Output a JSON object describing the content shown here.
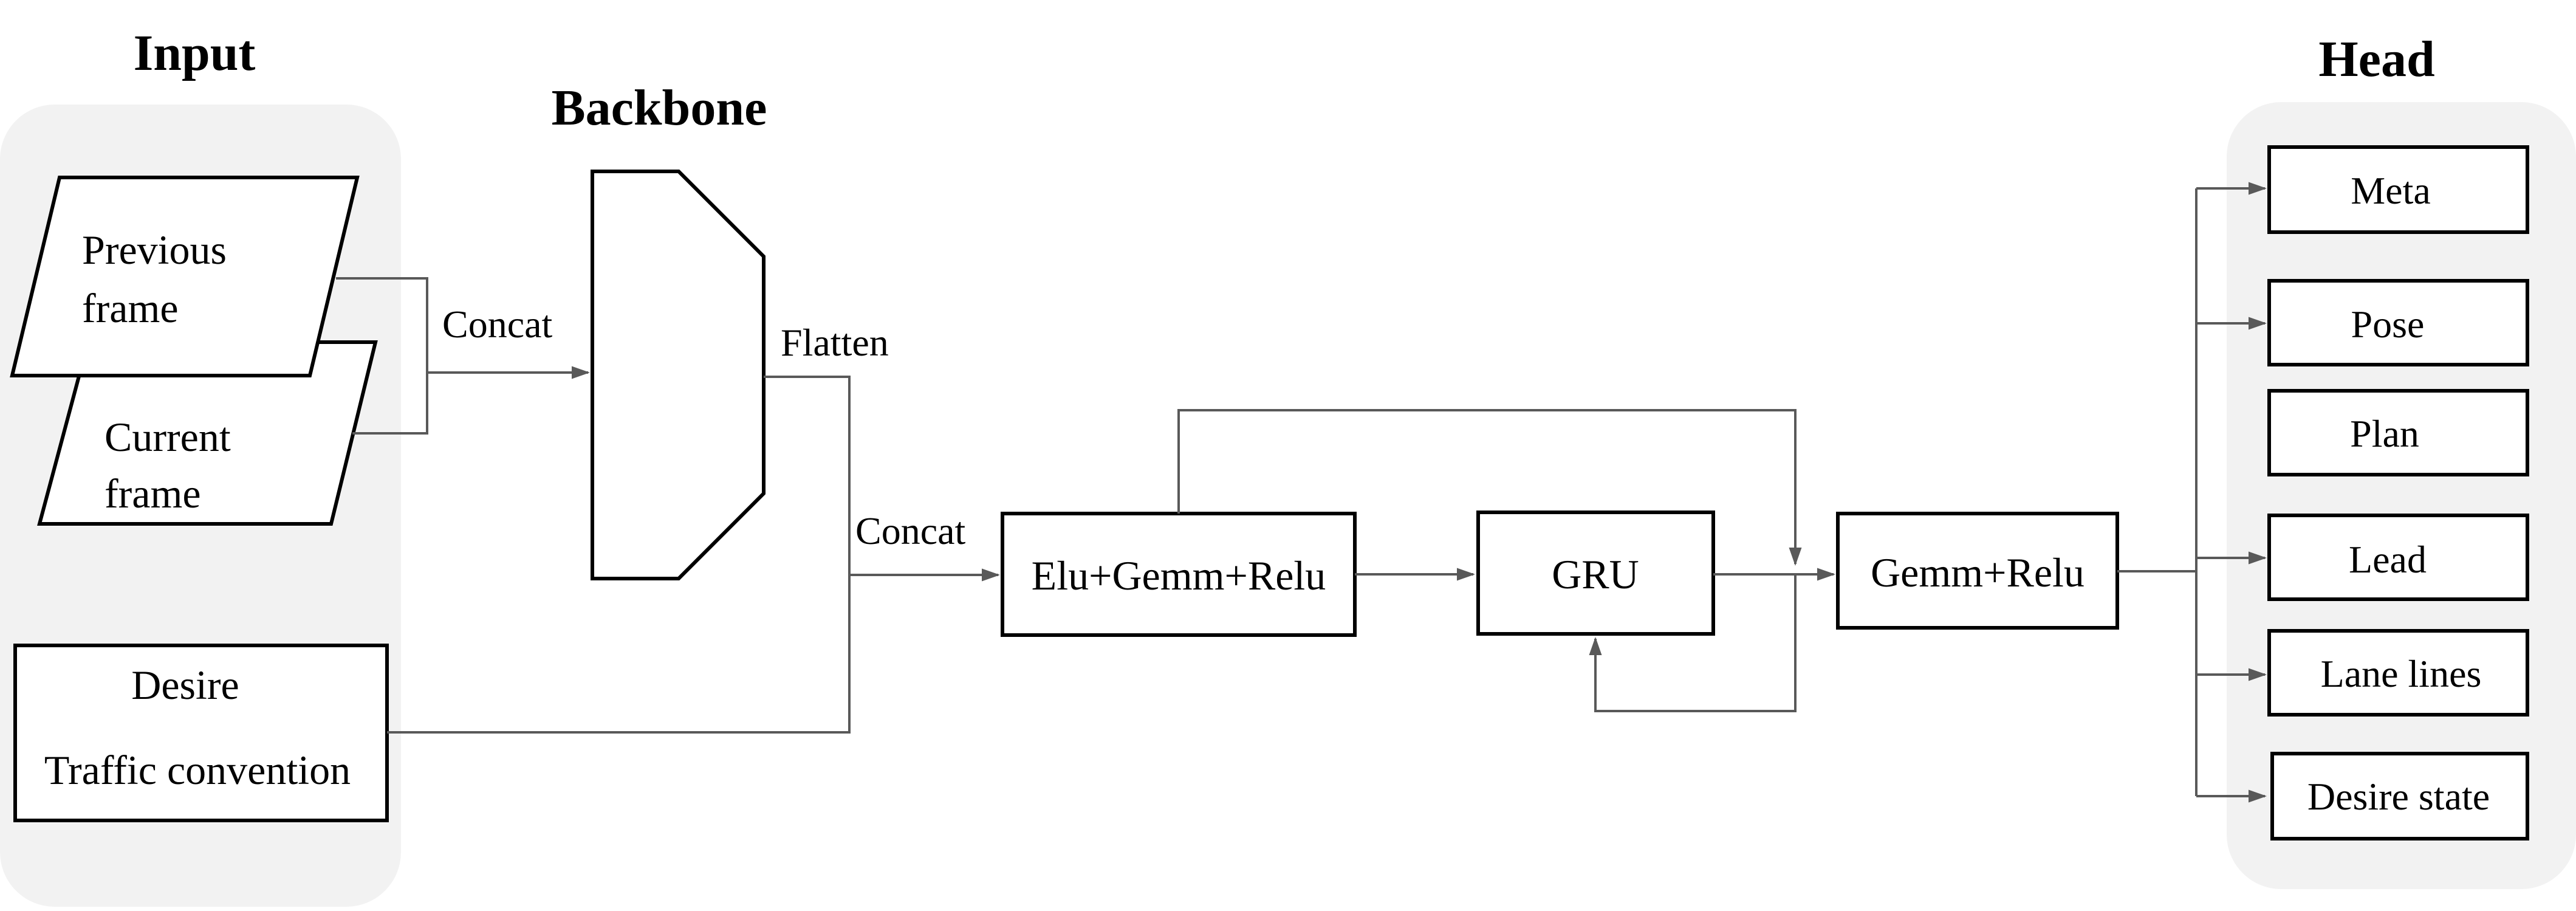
{
  "sections": {
    "input": "Input",
    "backbone": "Backbone",
    "head": "Head"
  },
  "inputs": {
    "previous_frame": [
      "Previous",
      "frame"
    ],
    "current_frame": [
      "Current",
      "frame"
    ],
    "desire": "Desire",
    "traffic_convention": "Traffic convention"
  },
  "edge_labels": {
    "concat_frames": "Concat",
    "flatten": "Flatten",
    "concat_features": "Concat"
  },
  "blocks": {
    "elu_gemm_relu": "Elu+Gemm+Relu",
    "gru": "GRU",
    "gemm_relu": "Gemm+Relu"
  },
  "heads": [
    "Meta",
    "Pose",
    "Plan",
    "Lead",
    "Lane lines",
    "Desire state"
  ],
  "colors": {
    "panel": "#f2f2f2",
    "stroke": "#000000",
    "wire": "#595959"
  }
}
